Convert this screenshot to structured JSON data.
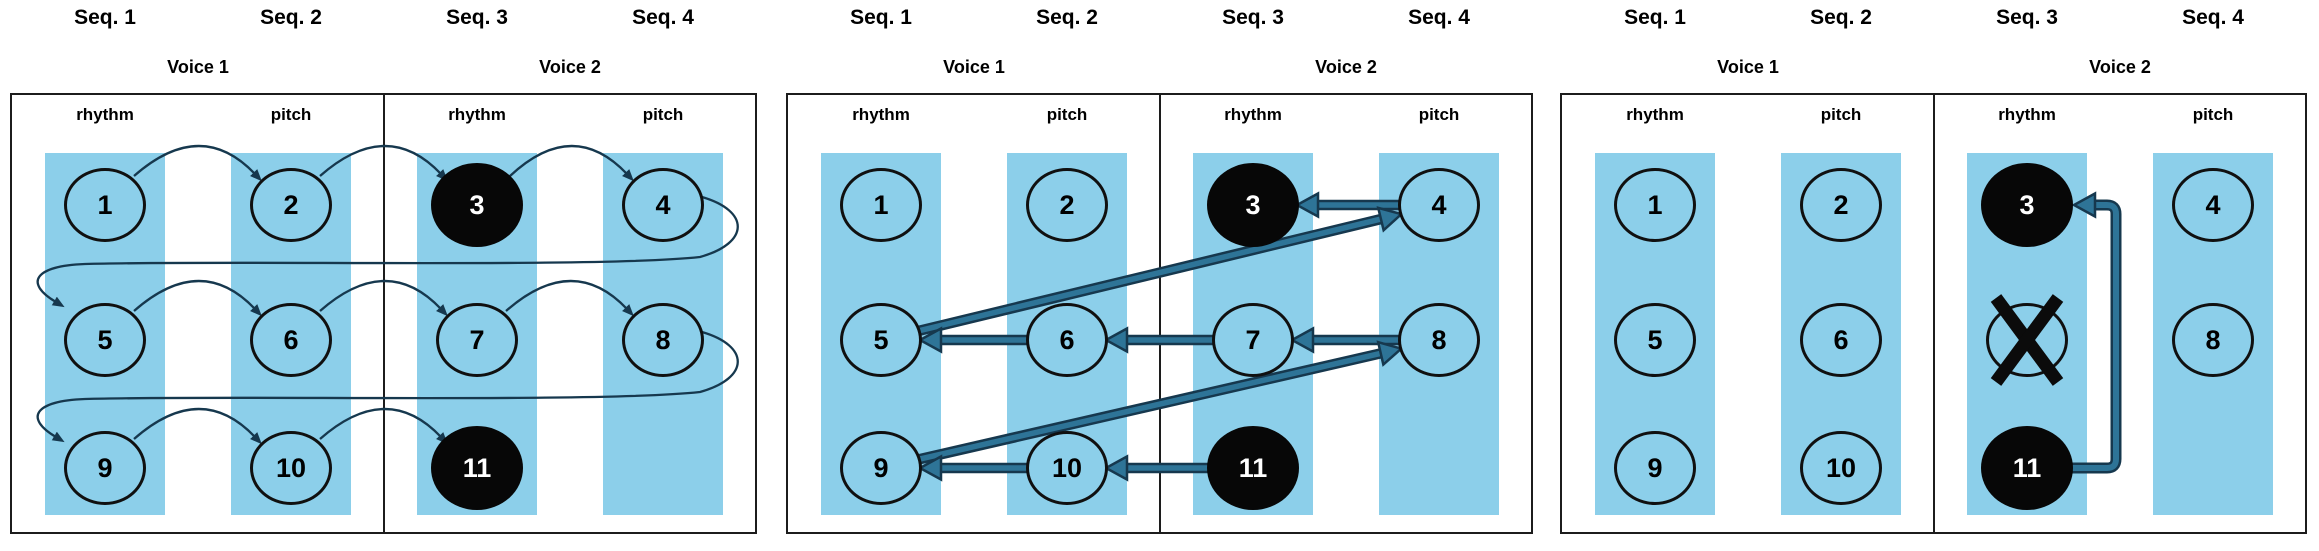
{
  "colors": {
    "band_blue": "#8CCFEA",
    "thin_arrow": "#16384E",
    "thick_arrow_fill": "#2E7497",
    "thick_arrow_edge": "#16384E",
    "circle_outline": "#101010",
    "filled_circle": "#070707",
    "box_border": "#1c1c1c",
    "x_mark": "#0b0b0b"
  },
  "panels": [
    {
      "id": "forward-order",
      "seq_labels": [
        "Seq. 1",
        "Seq. 2",
        "Seq. 3",
        "Seq. 4"
      ],
      "voice_labels": [
        "Voice 1",
        "Voice 2"
      ],
      "column_labels": [
        "rhythm",
        "pitch",
        "rhythm",
        "pitch"
      ],
      "circles": [
        {
          "label": "1",
          "col": 0,
          "row": 0,
          "filled": false,
          "crossed": false
        },
        {
          "label": "2",
          "col": 1,
          "row": 0,
          "filled": false,
          "crossed": false
        },
        {
          "label": "3",
          "col": 2,
          "row": 0,
          "filled": true,
          "crossed": false
        },
        {
          "label": "4",
          "col": 3,
          "row": 0,
          "filled": false,
          "crossed": false
        },
        {
          "label": "5",
          "col": 0,
          "row": 1,
          "filled": false,
          "crossed": false
        },
        {
          "label": "6",
          "col": 1,
          "row": 1,
          "filled": false,
          "crossed": false
        },
        {
          "label": "7",
          "col": 2,
          "row": 1,
          "filled": false,
          "crossed": false
        },
        {
          "label": "8",
          "col": 3,
          "row": 1,
          "filled": false,
          "crossed": false
        },
        {
          "label": "9",
          "col": 0,
          "row": 2,
          "filled": false,
          "crossed": false
        },
        {
          "label": "10",
          "col": 1,
          "row": 2,
          "filled": false,
          "crossed": false
        },
        {
          "label": "11",
          "col": 2,
          "row": 2,
          "filled": true,
          "crossed": false
        }
      ],
      "connections": [
        {
          "from": "1",
          "to": "2",
          "type": "arc"
        },
        {
          "from": "2",
          "to": "3",
          "type": "arc"
        },
        {
          "from": "3",
          "to": "4",
          "type": "arc"
        },
        {
          "from": "4",
          "to": "5",
          "type": "wrap"
        },
        {
          "from": "5",
          "to": "6",
          "type": "arc"
        },
        {
          "from": "6",
          "to": "7",
          "type": "arc"
        },
        {
          "from": "7",
          "to": "8",
          "type": "arc"
        },
        {
          "from": "8",
          "to": "9",
          "type": "wrap"
        },
        {
          "from": "9",
          "to": "10",
          "type": "arc"
        },
        {
          "from": "10",
          "to": "11",
          "type": "arc"
        }
      ]
    },
    {
      "id": "retrograde-order",
      "seq_labels": [
        "Seq. 1",
        "Seq. 2",
        "Seq. 3",
        "Seq. 4"
      ],
      "voice_labels": [
        "Voice 1",
        "Voice 2"
      ],
      "column_labels": [
        "rhythm",
        "pitch",
        "rhythm",
        "pitch"
      ],
      "circles": [
        {
          "label": "1",
          "col": 0,
          "row": 0,
          "filled": false,
          "crossed": false
        },
        {
          "label": "2",
          "col": 1,
          "row": 0,
          "filled": false,
          "crossed": false
        },
        {
          "label": "3",
          "col": 2,
          "row": 0,
          "filled": true,
          "crossed": false
        },
        {
          "label": "4",
          "col": 3,
          "row": 0,
          "filled": false,
          "crossed": false
        },
        {
          "label": "5",
          "col": 0,
          "row": 1,
          "filled": false,
          "crossed": false
        },
        {
          "label": "6",
          "col": 1,
          "row": 1,
          "filled": false,
          "crossed": false
        },
        {
          "label": "7",
          "col": 2,
          "row": 1,
          "filled": false,
          "crossed": false
        },
        {
          "label": "8",
          "col": 3,
          "row": 1,
          "filled": false,
          "crossed": false
        },
        {
          "label": "9",
          "col": 0,
          "row": 2,
          "filled": false,
          "crossed": false
        },
        {
          "label": "10",
          "col": 1,
          "row": 2,
          "filled": false,
          "crossed": false
        },
        {
          "label": "11",
          "col": 2,
          "row": 2,
          "filled": true,
          "crossed": false
        }
      ],
      "connections": [
        {
          "from": "4",
          "to": "3",
          "type": "straight"
        },
        {
          "from": "5",
          "to": "4",
          "type": "straight"
        },
        {
          "from": "6",
          "to": "5",
          "type": "straight"
        },
        {
          "from": "7",
          "to": "6",
          "type": "straight"
        },
        {
          "from": "8",
          "to": "7",
          "type": "straight"
        },
        {
          "from": "9",
          "to": "8",
          "type": "straight"
        },
        {
          "from": "10",
          "to": "9",
          "type": "straight"
        },
        {
          "from": "11",
          "to": "10",
          "type": "straight"
        }
      ]
    },
    {
      "id": "elision",
      "seq_labels": [
        "Seq. 1",
        "Seq. 2",
        "Seq. 3",
        "Seq. 4"
      ],
      "voice_labels": [
        "Voice 1",
        "Voice 2"
      ],
      "column_labels": [
        "rhythm",
        "pitch",
        "rhythm",
        "pitch"
      ],
      "circles": [
        {
          "label": "1",
          "col": 0,
          "row": 0,
          "filled": false,
          "crossed": false
        },
        {
          "label": "2",
          "col": 1,
          "row": 0,
          "filled": false,
          "crossed": false
        },
        {
          "label": "3",
          "col": 2,
          "row": 0,
          "filled": true,
          "crossed": false
        },
        {
          "label": "4",
          "col": 3,
          "row": 0,
          "filled": false,
          "crossed": false
        },
        {
          "label": "5",
          "col": 0,
          "row": 1,
          "filled": false,
          "crossed": false
        },
        {
          "label": "6",
          "col": 1,
          "row": 1,
          "filled": false,
          "crossed": false
        },
        {
          "label": "",
          "col": 2,
          "row": 1,
          "filled": false,
          "crossed": true
        },
        {
          "label": "8",
          "col": 3,
          "row": 1,
          "filled": false,
          "crossed": false
        },
        {
          "label": "9",
          "col": 0,
          "row": 2,
          "filled": false,
          "crossed": false
        },
        {
          "label": "10",
          "col": 1,
          "row": 2,
          "filled": false,
          "crossed": false
        },
        {
          "label": "11",
          "col": 2,
          "row": 2,
          "filled": true,
          "crossed": false
        }
      ],
      "connections": [
        {
          "from": "11",
          "to": "3",
          "type": "bracket"
        }
      ]
    }
  ]
}
